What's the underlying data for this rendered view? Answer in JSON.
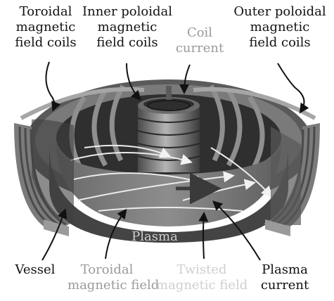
{
  "labels": {
    "toroidal_coils": [
      "Toroidal",
      "magnetic",
      "field coils"
    ],
    "inner_poloidal_coils": [
      "Inner poloidal",
      "magnetic",
      "field coils"
    ],
    "coil_current": [
      "Coil",
      "current"
    ],
    "outer_poloidal_coils": [
      "Outer poloidal",
      "magnetic",
      "field coils"
    ],
    "plasma": "Plasma",
    "vessel": "Vessel",
    "toroidal_field": [
      "Toroidal",
      "magnetic field"
    ],
    "twisted_field": [
      "Twisted",
      "magnetic field"
    ],
    "plasma_current": [
      "Plasma",
      "current"
    ]
  },
  "colors": {
    "label_dark": "#111111",
    "label_light": "#9a9a9a",
    "label_faint": "#cfcfcf",
    "metal_dark": "#3a3a3a",
    "metal_mid": "#6e6e6e",
    "metal_light": "#a9a9a9",
    "field_lines": "#e8e8e8"
  }
}
